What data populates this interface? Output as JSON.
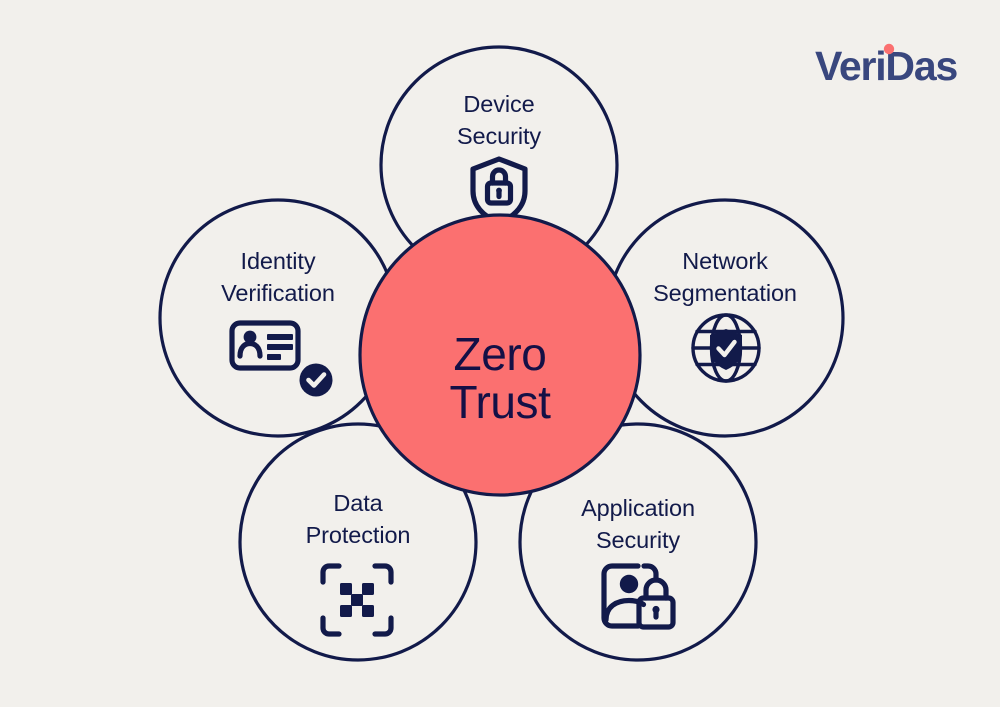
{
  "page": {
    "title": "Zero Trust security model diagram",
    "background_color": "#f2f0ec"
  },
  "brand": {
    "logo_text": "VeriDas",
    "logo_text_color": "#39477e",
    "logo_dot_color": "#fb7070",
    "logo_dot_name": "i-dot"
  },
  "center": {
    "label_line1": "Zero",
    "label_line2": "Trust",
    "fill_color": "#fb7070",
    "text_color": "#141046",
    "stroke_color": "#121a4a"
  },
  "petals": [
    {
      "id": "device-security",
      "label_line1": "Device",
      "label_line2": "Security",
      "icon": "shield-lock-icon",
      "position": "top"
    },
    {
      "id": "network-segmentation",
      "label_line1": "Network",
      "label_line2": "Segmentation",
      "icon": "globe-shield-check-icon",
      "position": "right"
    },
    {
      "id": "application-security",
      "label_line1": "Application",
      "label_line2": "Security",
      "icon": "user-app-lock-icon",
      "position": "bottom-right"
    },
    {
      "id": "data-protection",
      "label_line1": "Data",
      "label_line2": "Protection",
      "icon": "data-scan-frame-icon",
      "position": "bottom-left"
    },
    {
      "id": "identity-verification",
      "label_line1": "Identity",
      "label_line2": "Verification",
      "icon": "id-card-check-icon",
      "position": "left"
    }
  ],
  "colors": {
    "navy": "#121a4a",
    "coral": "#fb7070",
    "background": "#f2f0ec"
  }
}
